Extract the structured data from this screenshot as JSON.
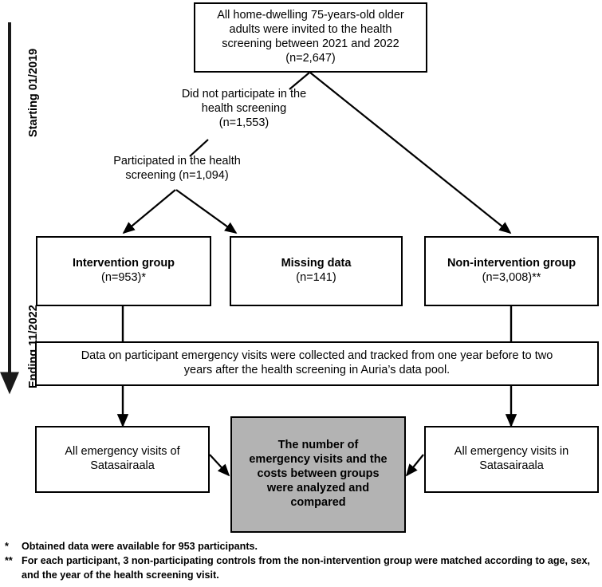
{
  "timeline": {
    "start_label": "Starting 01/2019",
    "end_label": "Ending 11/2022"
  },
  "nodes": {
    "top_box": {
      "line1": "All home-dwelling 75-years-old older",
      "line2": "adults were invited to the health",
      "line3": "screening between 2021 and 2022",
      "line4": "(n=2,647)"
    },
    "did_not_participate": "Did not participate in the\nhealth screening\n(n=1,553)",
    "participated": "Participated in the health\nscreening (n=1,094)",
    "intervention": {
      "title": "Intervention group",
      "count": "(n=953)*"
    },
    "missing": {
      "title": "Missing data",
      "count": "(n=141)"
    },
    "non_intervention": {
      "title": "Non-intervention group",
      "count": "(n=3,008)**"
    },
    "data_collection": {
      "line1": "Data on participant emergency visits were collected and tracked from one year before to two",
      "line2": "years after the health screening in Auria’s data pool."
    },
    "left_visits": {
      "line1": "All emergency visits of",
      "line2": "Satasairaala"
    },
    "right_visits": {
      "line1": "All emergency visits in",
      "line2": "Satasairaala"
    },
    "comparison": {
      "line1": "The number of",
      "line2": "emergency visits and the",
      "line3": "costs between groups",
      "line4": "were analyzed and",
      "line5": "compared"
    }
  },
  "footnotes": [
    {
      "mark": "*",
      "text": "Obtained data were available for 953 participants."
    },
    {
      "mark": "**",
      "text": "For each participant, 3 non-participating controls from the non-intervention group were matched according to age, sex, and the year of the health screening visit."
    }
  ],
  "colors": {
    "stroke": "#000000",
    "background": "#ffffff",
    "highlight_fill": "#b3b3b3"
  }
}
